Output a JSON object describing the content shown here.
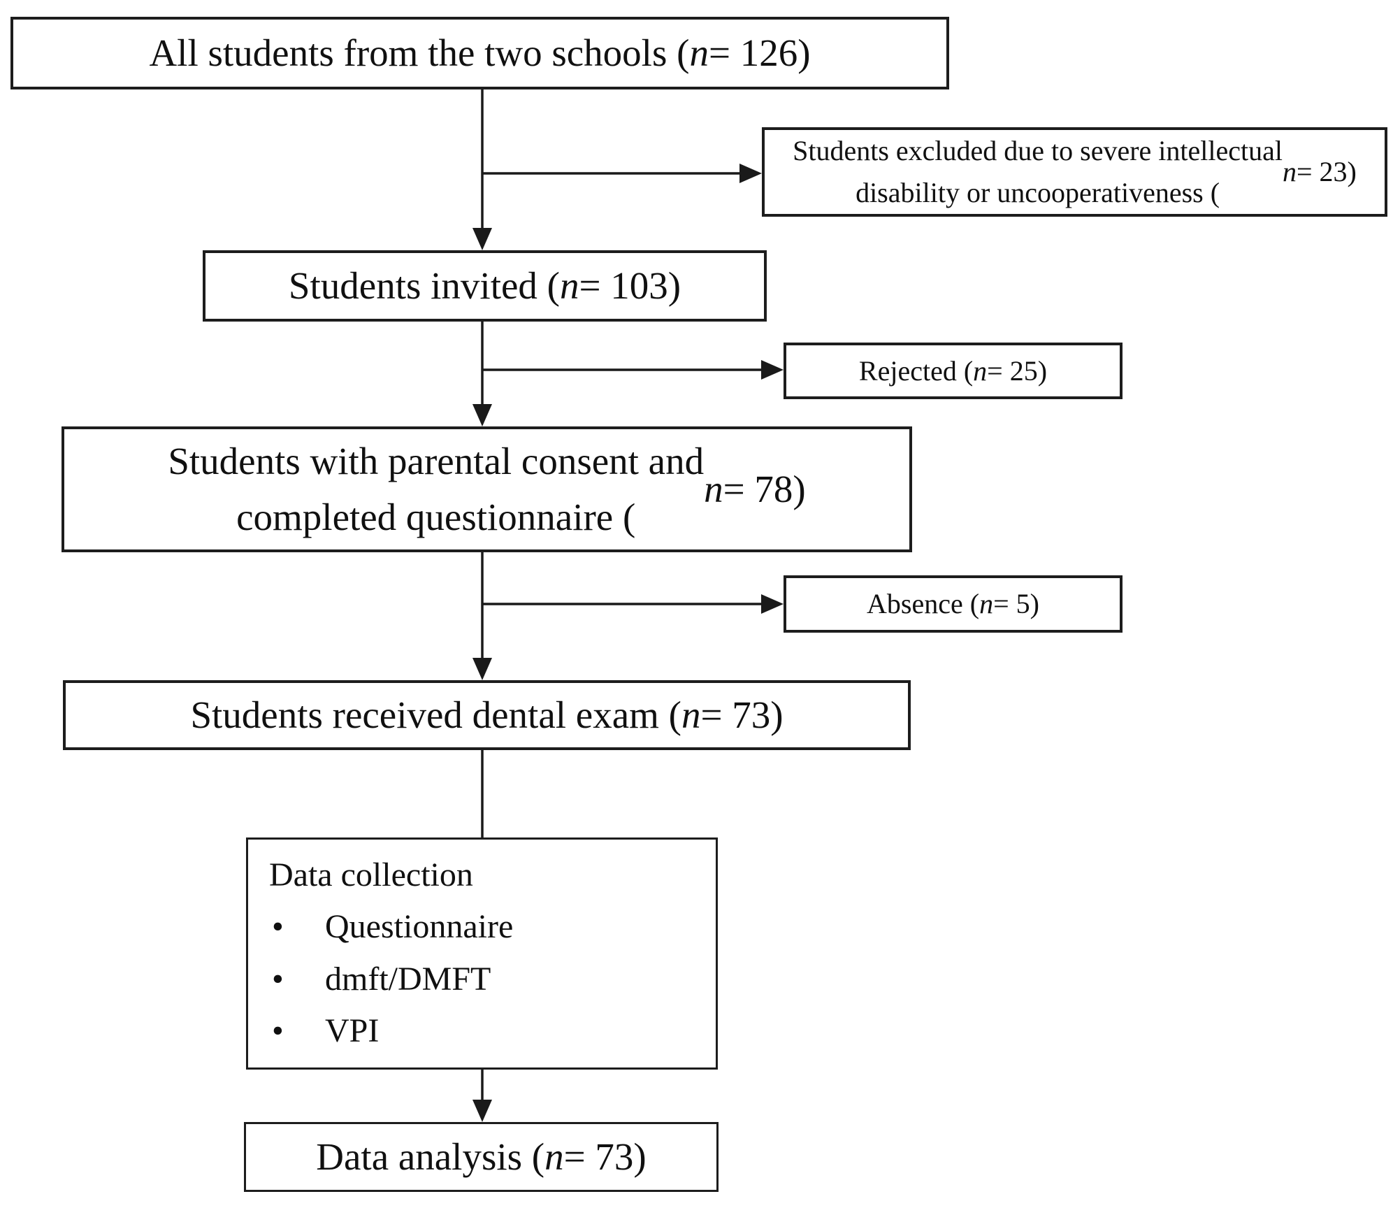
{
  "n_symbol": "n",
  "colors": {
    "background": "#ffffff",
    "box_border": "#1d1d1d",
    "text": "#101010",
    "connector": "#1a1a1a"
  },
  "boxes": {
    "all_students": {
      "text": "All students from the two schools",
      "n": "126"
    },
    "excluded": {
      "line1": "Students excluded due to severe intellectual",
      "line2": "disability or uncooperativeness",
      "n": "23"
    },
    "invited": {
      "text": "Students invited",
      "n": "103"
    },
    "rejected": {
      "text": "Rejected",
      "n": "25"
    },
    "consent": {
      "line1": "Students with parental consent and",
      "line2": "completed questionnaire",
      "n": "78"
    },
    "absence": {
      "text": "Absence",
      "n": "5"
    },
    "dental_exam": {
      "text": "Students received dental exam",
      "n": "73"
    },
    "data_collection": {
      "title": "Data collection",
      "items": [
        "Questionnaire",
        "dmft/DMFT",
        "VPI"
      ]
    },
    "data_analysis": {
      "text": "Data analysis",
      "n": "73"
    }
  }
}
